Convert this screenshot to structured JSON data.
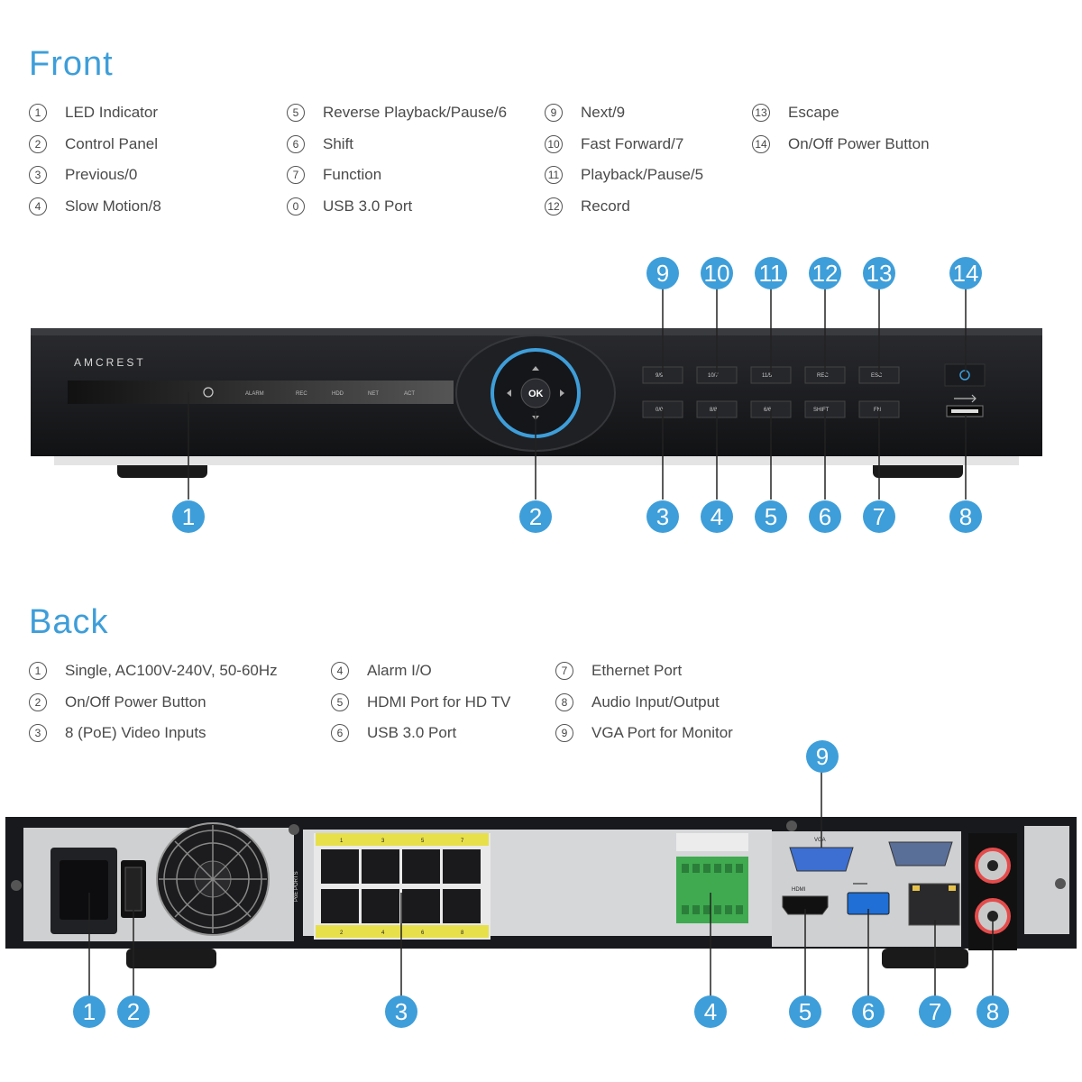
{
  "front": {
    "title": "Front",
    "legend": [
      {
        "num": "1",
        "label": "LED Indicator"
      },
      {
        "num": "2",
        "label": "Control Panel"
      },
      {
        "num": "3",
        "label": "Previous/0"
      },
      {
        "num": "4",
        "label": "Slow Motion/8"
      },
      {
        "num": "5",
        "label": "Reverse Playback/Pause/6"
      },
      {
        "num": "6",
        "label": "Shift"
      },
      {
        "num": "7",
        "label": "Function"
      },
      {
        "num": "0",
        "label": "USB 3.0 Port"
      },
      {
        "num": "9",
        "label": "Next/9"
      },
      {
        "num": "10",
        "label": "Fast Forward/7"
      },
      {
        "num": "11",
        "label": "Playback/Pause/5"
      },
      {
        "num": "12",
        "label": "Record"
      },
      {
        "num": "13",
        "label": "Escape"
      },
      {
        "num": "14",
        "label": "On/Off Power Button"
      }
    ],
    "device": {
      "brand": "AMCREST",
      "leds": [
        "ALARM",
        "REC",
        "HDD",
        "NET",
        "ACT"
      ],
      "ok_label": "OK",
      "buttons_top": [
        "9/9",
        "10/7",
        "11/5",
        "REC",
        "ESC"
      ],
      "buttons_bottom": [
        "0/0",
        "8/8",
        "6/6",
        "SHIFT",
        "FN"
      ]
    },
    "callouts_top": [
      "9",
      "10",
      "11",
      "12",
      "13",
      "14"
    ],
    "callouts_bottom": [
      "1",
      "2",
      "3",
      "4",
      "5",
      "6",
      "7",
      "8"
    ]
  },
  "back": {
    "title": "Back",
    "legend": [
      {
        "num": "1",
        "label": "Single, AC100V-240V, 50-60Hz"
      },
      {
        "num": "2",
        "label": "On/Off Power Button"
      },
      {
        "num": "3",
        "label": "8 (PoE) Video Inputs"
      },
      {
        "num": "4",
        "label": "Alarm I/O"
      },
      {
        "num": "5",
        "label": "HDMI Port for HD TV"
      },
      {
        "num": "6",
        "label": "USB 3.0 Port"
      },
      {
        "num": "7",
        "label": "Ethernet Port"
      },
      {
        "num": "8",
        "label": "Audio Input/Output"
      },
      {
        "num": "9",
        "label": "VGA Port for Monitor"
      }
    ],
    "device": {
      "poe_label": "PoE PORTS",
      "poe_top": [
        "1",
        "3",
        "5",
        "7"
      ],
      "poe_bottom": [
        "2",
        "4",
        "6",
        "8"
      ],
      "hdmi_label": "HDMI",
      "vga_label": "VGA"
    },
    "callouts_top": [
      "9"
    ],
    "callouts_bottom": [
      "1",
      "2",
      "3",
      "4",
      "5",
      "6",
      "7",
      "8"
    ]
  },
  "colors": {
    "accent": "#3e9ed9",
    "device_body": "#1c1d20",
    "back_panel": "#d6d7d9",
    "poe_yellow": "#e8e04a",
    "terminal_green": "#3faa4f"
  }
}
